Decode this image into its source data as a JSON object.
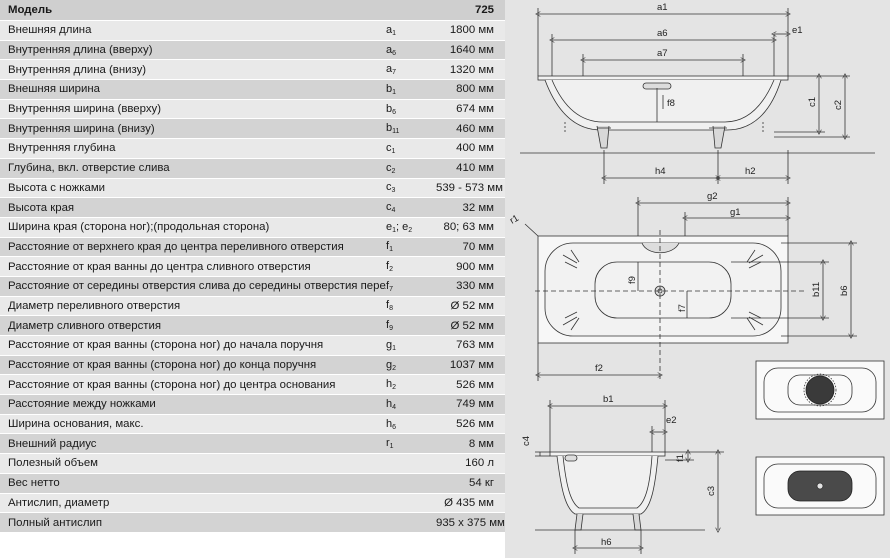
{
  "table": {
    "header": {
      "label": "Модель",
      "value": "725"
    },
    "rows": [
      {
        "label": "Внешняя длина",
        "sym": "a",
        "sub": "1",
        "value": "1800 мм"
      },
      {
        "label": "Внутренняя длина (вверху)",
        "sym": "a",
        "sub": "6",
        "value": "1640 мм"
      },
      {
        "label": "Внутренняя длина (внизу)",
        "sym": "a",
        "sub": "7",
        "value": "1320 мм"
      },
      {
        "label": "Внешняя ширина",
        "sym": "b",
        "sub": "1",
        "value": "800 мм"
      },
      {
        "label": "Внутренняя ширина (вверху)",
        "sym": "b",
        "sub": "6",
        "value": "674 мм"
      },
      {
        "label": "Внутренняя ширина (внизу)",
        "sym": "b",
        "sub": "11",
        "value": "460 мм"
      },
      {
        "label": "Внутренняя глубина",
        "sym": "c",
        "sub": "1",
        "value": "400 мм"
      },
      {
        "label": "Глубина, вкл. отверстие слива",
        "sym": "c",
        "sub": "2",
        "value": "410 мм"
      },
      {
        "label": "Высота с ножками",
        "sym": "c",
        "sub": "3",
        "value": "539 - 573 мм"
      },
      {
        "label": "Высота края",
        "sym": "c",
        "sub": "4",
        "value": "32 мм"
      },
      {
        "label": "Ширина края (сторона ног);(продольная сторона)",
        "sym": "e",
        "sub": "1",
        "sym2": "; e",
        "sub2": "2",
        "value": "80; 63 мм"
      },
      {
        "label": "Расстояние от верхнего края до центра переливного отверстия",
        "sym": "f",
        "sub": "1",
        "value": "70 мм"
      },
      {
        "label": "Расстояние от края ванны до центра сливного отверстия",
        "sym": "f",
        "sub": "2",
        "value": "900 мм"
      },
      {
        "label": "Расстояние от середины отверстия слива до середины отверстия перелива",
        "sym": "f",
        "sub": "7",
        "value": "330 мм"
      },
      {
        "label": "Диаметр переливного отверстия",
        "sym": "f",
        "sub": "8",
        "value": "Ø 52 мм"
      },
      {
        "label": "Диаметр сливного отверстия",
        "sym": "f",
        "sub": "9",
        "value": "Ø 52 мм"
      },
      {
        "label": "Расстояние от края ванны (сторона ног) до начала поручня",
        "sym": "g",
        "sub": "1",
        "value": "763 мм"
      },
      {
        "label": "Расстояние от края ванны (сторона ног) до конца поручня",
        "sym": "g",
        "sub": "2",
        "value": "1037 мм"
      },
      {
        "label": "Расстояние от края ванны (сторона ног) до центра основания",
        "sym": "h",
        "sub": "2",
        "value": "526 мм"
      },
      {
        "label": "Расстояние между ножками",
        "sym": "h",
        "sub": "4",
        "value": "749 мм"
      },
      {
        "label": "Ширина основания, макс.",
        "sym": "h",
        "sub": "6",
        "value": "526 мм"
      },
      {
        "label": "Внешний радиус",
        "sym": "r",
        "sub": "1",
        "value": "8 мм"
      },
      {
        "label": "Полезный объем",
        "sym": "",
        "sub": "",
        "value": "160 л"
      },
      {
        "label": "Вес нетто",
        "sym": "",
        "sub": "",
        "value": "54 кг"
      },
      {
        "label": "Антислип, диаметр",
        "sym": "",
        "sub": "",
        "value": "Ø 435 мм"
      },
      {
        "label": "Полный антислип",
        "sym": "",
        "sub": "",
        "value": "935 x 375 мм"
      }
    ]
  },
  "drawing_labels": {
    "a1": "a1",
    "a6": "a6",
    "a7": "a7",
    "e1": "e1",
    "f8": "f8",
    "c1": "c1",
    "c2": "c2",
    "h4": "h4",
    "h2": "h2",
    "g2": "g2",
    "g1": "g1",
    "r1": "r1",
    "f9": "f9",
    "f7": "f7",
    "b11": "b11",
    "b6": "b6",
    "f2": "f2",
    "b1": "b1",
    "e2": "e2",
    "c4": "c4",
    "f1": "f1",
    "c3": "c3",
    "h6": "h6"
  }
}
